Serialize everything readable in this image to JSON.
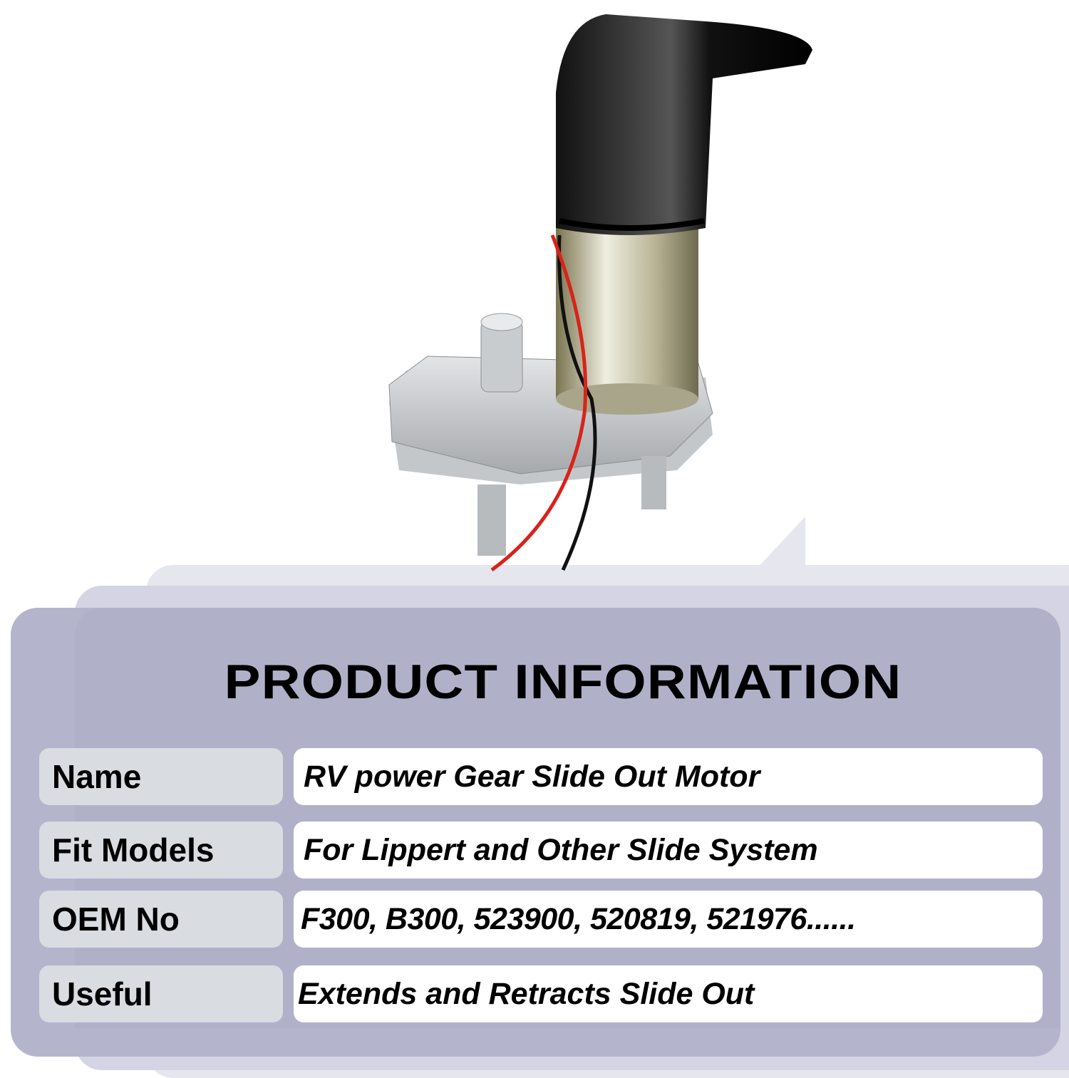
{
  "title": "PRODUCT INFORMATION",
  "rows": [
    {
      "label": "Name",
      "value": "RV power Gear Slide Out Motor"
    },
    {
      "label": "Fit Models",
      "value": "For Lippert and Other Slide System"
    },
    {
      "label": "OEM No",
      "value": "F300, B300, 523900, 520819, 521976......"
    },
    {
      "label": "Useful",
      "value": "Extends and Retracts Slide Out"
    }
  ],
  "colors": {
    "panel": "#b4b5cd",
    "label_bg": "#d9dce1",
    "value_bg": "#ffffff"
  }
}
